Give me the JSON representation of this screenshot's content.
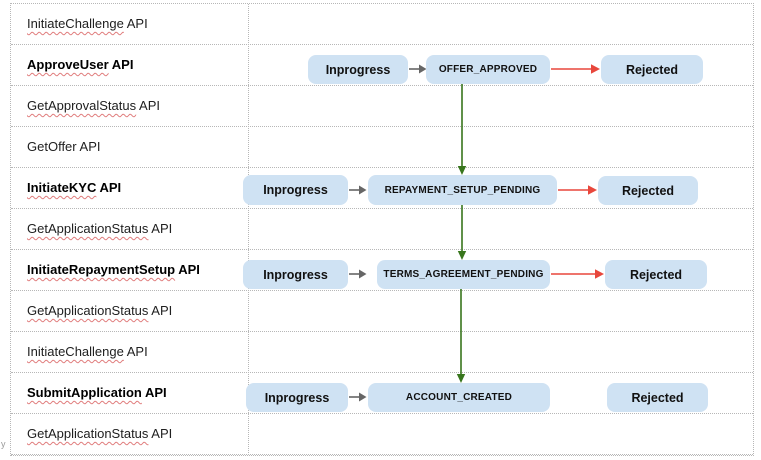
{
  "table": {
    "rows": [
      {
        "word": "InitiateChallenge",
        "suffix": " API"
      },
      {
        "word": "ApproveUser",
        "suffix": " API"
      },
      {
        "word": "GetApprovalStatus",
        "suffix": " API"
      },
      {
        "word": "GetOffer",
        "suffix": " API"
      },
      {
        "word": "InitiateKYC",
        "suffix": " API"
      },
      {
        "word": "GetApplicationStatus",
        "suffix": " API"
      },
      {
        "word": "InitiateRepaymentSetup",
        "suffix": " API"
      },
      {
        "word": "GetApplicationStatus",
        "suffix": " API"
      },
      {
        "word": "InitiateChallenge",
        "suffix": " API"
      },
      {
        "word": "SubmitApplication",
        "suffix": " API"
      },
      {
        "word": "GetApplicationStatus",
        "suffix": " API"
      }
    ]
  },
  "flows": [
    {
      "start": "Inprogress",
      "state": "OFFER_APPROVED",
      "reject": "Rejected",
      "has_reject_arrow": true
    },
    {
      "start": "Inprogress",
      "state": "REPAYMENT_SETUP_PENDING",
      "reject": "Rejected",
      "has_reject_arrow": true
    },
    {
      "start": "Inprogress",
      "state": "TERMS_AGREEMENT_PENDING",
      "reject": "Rejected",
      "has_reject_arrow": true
    },
    {
      "start": "Inprogress",
      "state": "ACCOUNT_CREATED",
      "reject": "Rejected",
      "has_reject_arrow": false
    }
  ],
  "stray_text": "y",
  "colors": {
    "box_fill": "#cfe2f3",
    "grid_line": "#b7b7b7",
    "gray_arrow": "#666666",
    "red_arrow": "#e8473c",
    "green_arrow": "#38761d",
    "squiggle": "#e07c7c"
  }
}
